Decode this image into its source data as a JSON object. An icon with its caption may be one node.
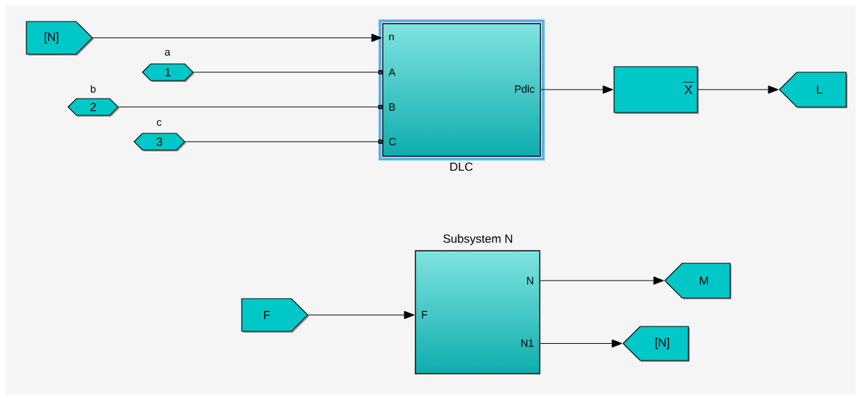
{
  "diagram": {
    "nodes": [
      {
        "text": [
          "[N]"
        ]
      },
      {
        "text": [
          "1"
        ],
        "beside": [
          "a"
        ]
      },
      {
        "text": [
          "2"
        ],
        "beside": [
          "b"
        ]
      },
      {
        "text": [
          "3"
        ],
        "beside": [
          "c"
        ]
      },
      {
        "text": [
          "n",
          "A",
          "B",
          "C",
          "Pdlc"
        ],
        "beside": [
          "DLC"
        ]
      },
      {
        "text": [
          "X"
        ]
      },
      {
        "text": [
          "L"
        ]
      },
      {
        "text": [
          "F",
          "N",
          "N1"
        ],
        "beside": [
          "Subsystem N"
        ]
      },
      {
        "text": [
          "F"
        ]
      },
      {
        "text": [
          "M"
        ]
      },
      {
        "text": [
          "[N]"
        ]
      }
    ],
    "edges": [
      {
        "from": 0,
        "to": 4,
        "arrow": "to"
      },
      {
        "from": 1,
        "to": 4,
        "arrow": "other"
      },
      {
        "from": 2,
        "to": 4,
        "arrow": "other"
      },
      {
        "from": 3,
        "to": 4,
        "arrow": "other"
      },
      {
        "from": 4,
        "to": 5,
        "arrow": "to"
      },
      {
        "from": 5,
        "to": 6,
        "arrow": "to"
      },
      {
        "from": 8,
        "to": 7,
        "arrow": "to"
      },
      {
        "from": 7,
        "to": 9,
        "arrow": "to"
      },
      {
        "from": 7,
        "to": 10,
        "arrow": "to"
      }
    ]
  }
}
